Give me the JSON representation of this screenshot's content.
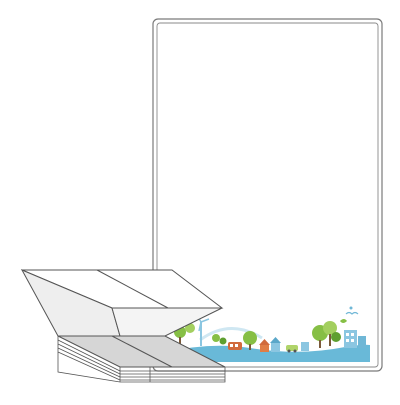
{
  "colors": {
    "background": "#ffffff",
    "frame": "#7a7a7a",
    "paper": "#ffffff",
    "paper_shade": "#d6d6d6",
    "paper_edge": "#555555",
    "sky_wave": "#9fd0e6",
    "ground": "#69b9d8",
    "tree": "#86bf45",
    "tree_dark": "#5e9f2f",
    "building": "#8bc6e1",
    "roof": "#d16a3c",
    "bird": "#6fb7d6"
  },
  "icons": {
    "label_sheet": "blank-label-sheet",
    "paper_stack": "fanfold-paper-stack",
    "scenery": "eco-town-scenery"
  }
}
